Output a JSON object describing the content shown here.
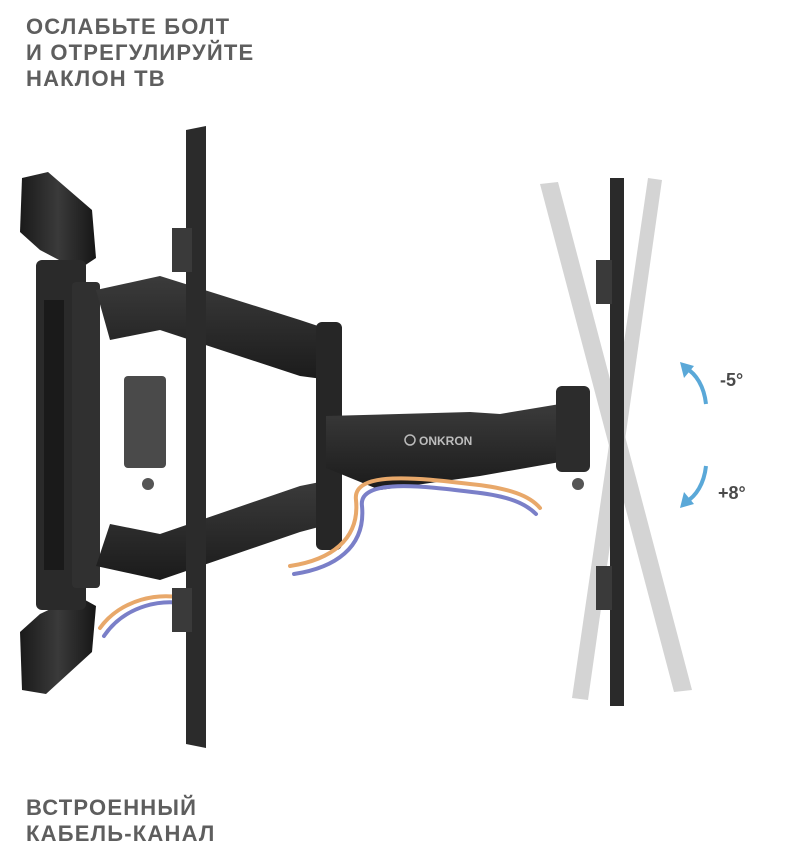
{
  "caption_top": {
    "line1": "ОСЛАБЬТЕ БОЛТ",
    "line2": "И ОТРЕГУЛИРУЙТЕ",
    "line3": "НАКЛОН ТВ"
  },
  "caption_bottom": {
    "line1": "ВСТРОЕННЫЙ",
    "line2": "КАБЕЛЬ-КАНАЛ"
  },
  "tilt": {
    "minus": "-5°",
    "plus": "+8°"
  },
  "brand": "ONKRON",
  "colors": {
    "mount": "#232323",
    "arrow": "#5aa8d8",
    "cable_orange": "#e8a86a",
    "cable_blue": "#7a7fc8"
  }
}
